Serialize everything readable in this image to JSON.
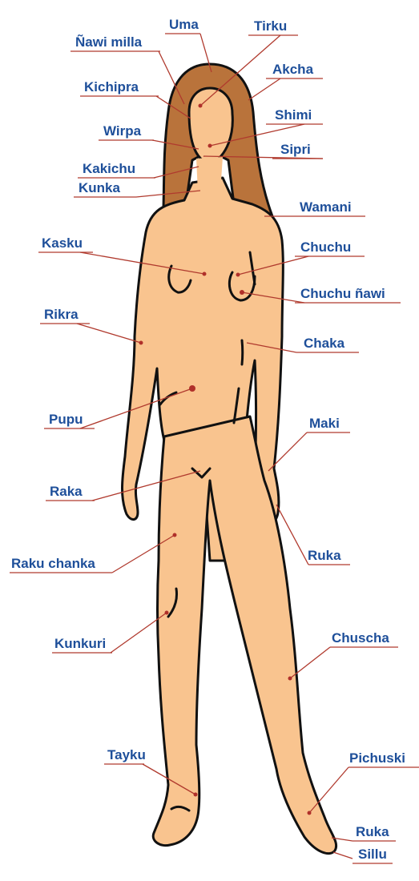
{
  "colors": {
    "skin": "#F9C48F",
    "hair": "#B9733B",
    "outline": "#111111",
    "label_text": "#1E4F9A",
    "leader": "#B03A2E",
    "point": "#B0302A"
  },
  "labels": {
    "uma": "Uma",
    "tirku": "Tirku",
    "nawi_milla": "Ñawi milla",
    "akcha": "Akcha",
    "kichipra": "Kichipra",
    "shimi": "Shimi",
    "wirpa": "Wirpa",
    "sipri": "Sipri",
    "kakichu": "Kakichu",
    "kunka": "Kunka",
    "wamani": "Wamani",
    "kasku": "Kasku",
    "chuchu": "Chuchu",
    "chuchu_nawi": "Chuchu ñawi",
    "rikra": "Rikra",
    "chaka": "Chaka",
    "pupu": "Pupu",
    "maki": "Maki",
    "raka": "Raka",
    "raku_chanka": "Raku chanka",
    "ruka_hand": "Ruka",
    "kunkuri": "Kunkuri",
    "chuscha": "Chuscha",
    "tayku": "Tayku",
    "pichuski": "Pichuski",
    "ruka_foot": "Ruka",
    "sillu": "Sillu"
  }
}
